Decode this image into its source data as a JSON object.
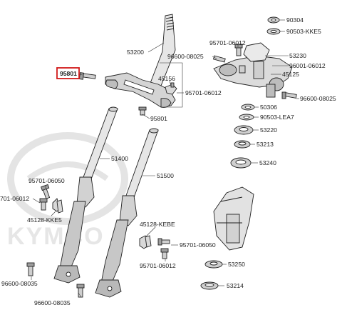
{
  "watermark": {
    "brand": "KYMCO"
  },
  "highlight": {
    "color": "#d11a1a",
    "part": "95801"
  },
  "labels": {
    "p90304": "90304",
    "p90503_kke5": "90503-KKE5",
    "p95701_06012_top": "95701-06012",
    "p53230": "53230",
    "p53200": "53200",
    "p96600_08025_top": "96600-08025",
    "p96001_06012": "96001-06012",
    "p45125": "45125",
    "p95801_boxed": "95801",
    "p45156": "45156",
    "p95701_06012_mid": "95701-06012",
    "p96600_08025_right": "96600-08025",
    "p50306": "50306",
    "p95801_lower": "95801",
    "p90503_lea7": "90503-LEA7",
    "p53220": "53220",
    "p53213": "53213",
    "p51400": "51400",
    "p53240": "53240",
    "p51500": "51500",
    "p95701_06050_left": "95701-06050",
    "p701_06012_left": "701-06012",
    "p45128_kke5": "45128-KKE5",
    "p45128_kebe": "45128-KEBE",
    "p95701_06050_right": "95701-06050",
    "p95701_06012_bottom": "95701-06012",
    "p53250": "53250",
    "p96600_08035_a": "96600-08035",
    "p96600_08035_b": "96600-08035",
    "p53214": "53214"
  }
}
